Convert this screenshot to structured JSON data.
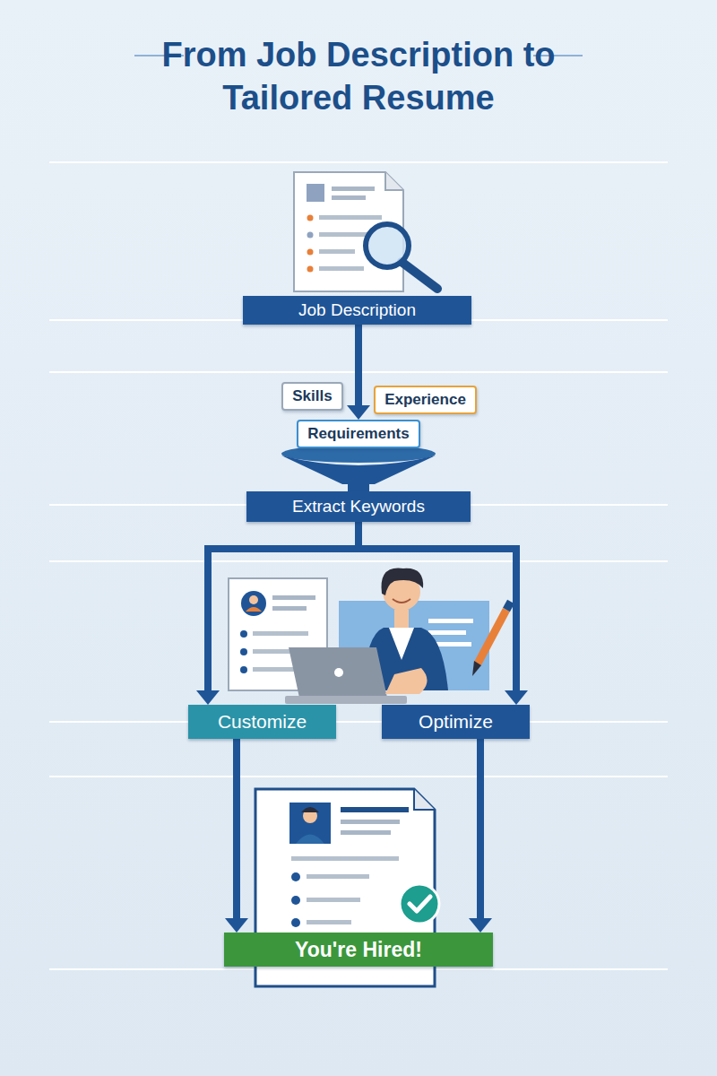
{
  "diagram": {
    "title": "From Job Description to Tailored Resume",
    "nodes": [
      {
        "text": [
          "Job Description"
        ]
      },
      {
        "text": [
          "Skills"
        ]
      },
      {
        "text": [
          "Experience"
        ]
      },
      {
        "text": [
          "Requirements"
        ]
      },
      {
        "text": [
          "Extract Keywords"
        ]
      },
      {
        "text": [
          "Customize"
        ]
      },
      {
        "text": [
          "Optimize"
        ]
      },
      {
        "text": [
          "You're Hired!"
        ]
      }
    ],
    "edges": [
      {
        "from": 0,
        "to": 3,
        "arrow": "to"
      },
      {
        "from": 4,
        "to": 5,
        "arrow": "to"
      },
      {
        "from": 4,
        "to": 6,
        "arrow": "to"
      },
      {
        "from": 5,
        "to": 7,
        "arrow": "to"
      },
      {
        "from": 6,
        "to": 7,
        "arrow": "to"
      }
    ]
  }
}
